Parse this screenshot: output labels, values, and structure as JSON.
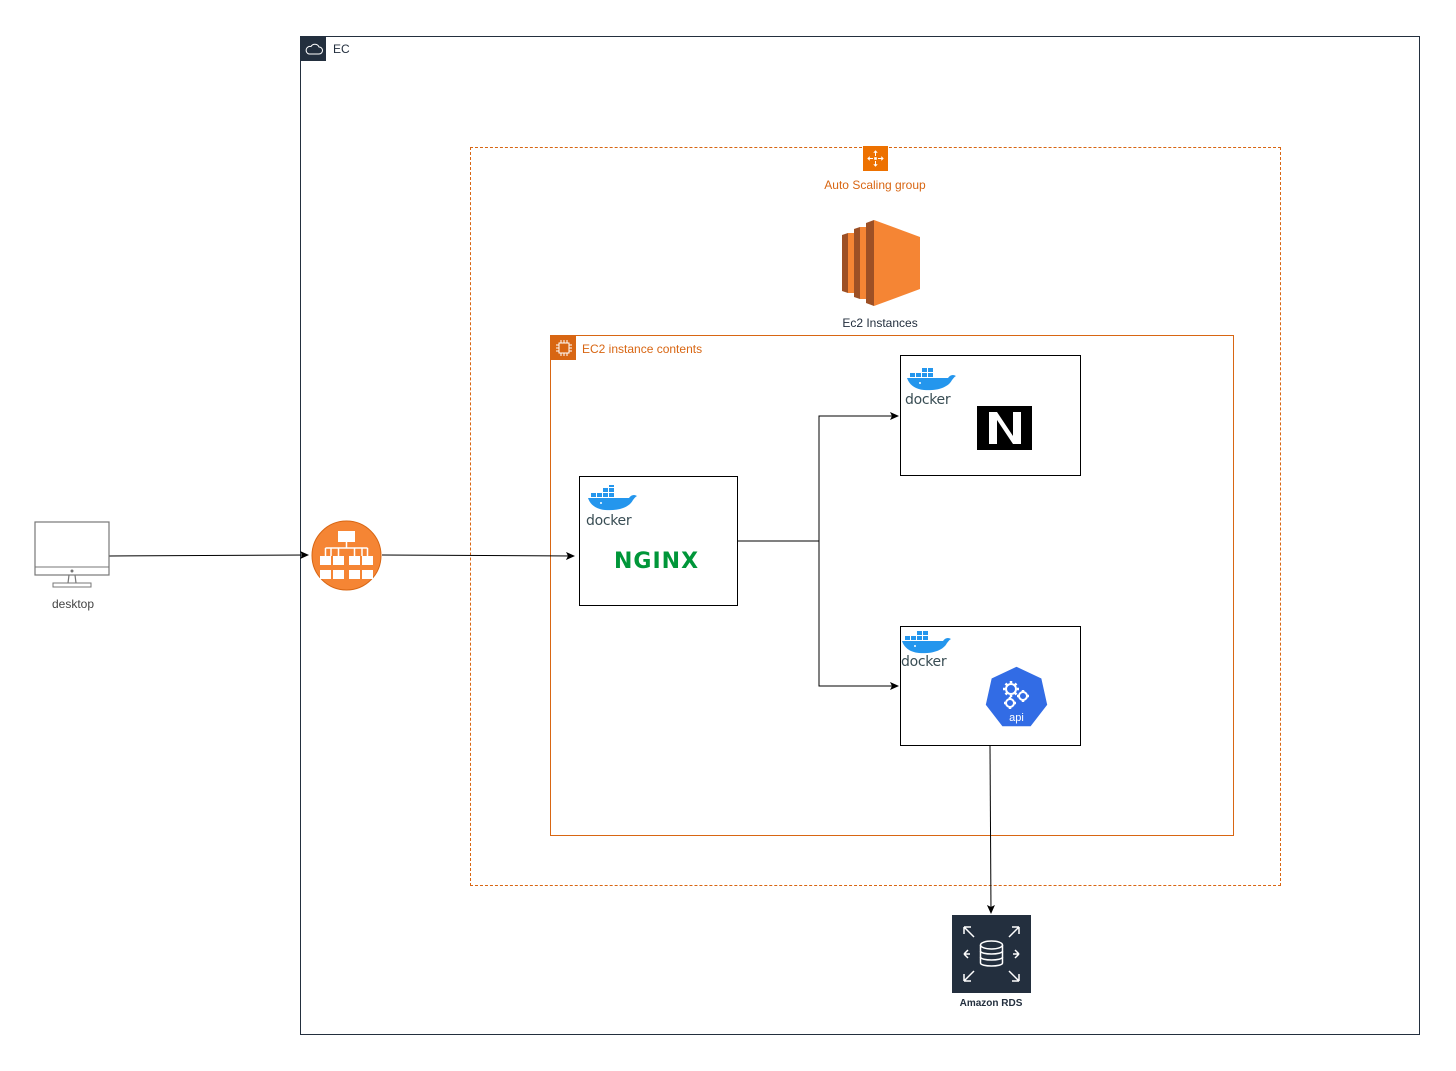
{
  "groups": {
    "cloud": "EC",
    "auto_scaling": "Auto Scaling group",
    "ec2_instances": "Ec2 Instances",
    "ec2_contents": "EC2 instance contents"
  },
  "nodes": {
    "desktop": "desktop",
    "rds": "Amazon RDS",
    "nginx_logo": "NGINX",
    "docker_word": "docker",
    "api_badge": "api"
  },
  "icons": {
    "cloud": "cloud-icon",
    "asg": "auto-scaling-icon",
    "ec2": "ec2-icon",
    "chip": "chip-icon",
    "load_balancer": "load-balancer-icon",
    "desktop": "desktop-icon",
    "rds": "rds-icon",
    "docker": "docker-icon",
    "next": "nextjs-icon",
    "api": "kubernetes-api-icon"
  },
  "colors": {
    "aws_dark": "#232f3e",
    "aws_orange": "#ed7100",
    "ec2_orange": "#d86613",
    "docker_blue": "#2496ed",
    "nginx_green": "#009639",
    "k8s_blue": "#326ce5"
  }
}
